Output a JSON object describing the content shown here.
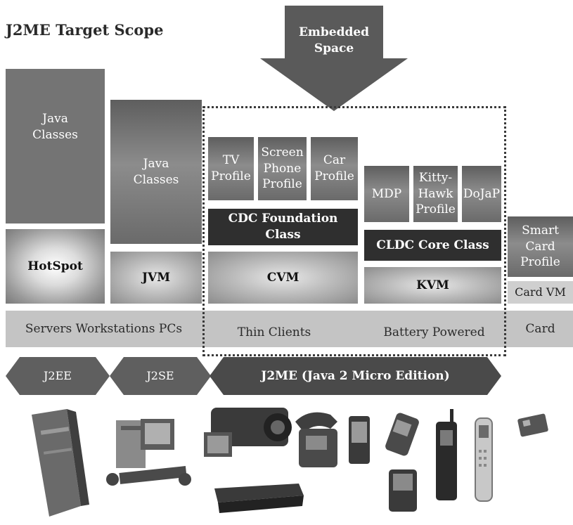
{
  "title": "J2ME Target Scope",
  "embedded_space": "Embedded Space",
  "columns": {
    "servers": {
      "classes": "Java Classes",
      "vm": "HotSpot"
    },
    "workstations": {
      "classes": "Java Classes",
      "vm": "JVM"
    },
    "cdc": {
      "profiles": [
        "TV Profile",
        "Screen Phone Profile",
        "Car Profile"
      ],
      "foundation": "CDC Foundation Class",
      "vm": "CVM"
    },
    "cldc": {
      "profiles": [
        "MDP",
        "Kitty-Hawk Profile",
        "DoJaP"
      ],
      "core": "CLDC Core Class",
      "vm": "KVM"
    },
    "card": {
      "profile": "Smart Card Profile",
      "vm": "Card VM"
    }
  },
  "platform_bar": {
    "servers": "Servers Workstations PCs",
    "thin": "Thin Clients",
    "battery": "Battery Powered",
    "card": "Card"
  },
  "editions": {
    "j2ee": "J2EE",
    "j2se": "J2SE",
    "j2me": "J2ME (Java 2 Micro Edition)"
  },
  "device_icons": [
    "server-tower-icon",
    "desktop-pc-icon",
    "camcorder-icon",
    "desk-phone-icon",
    "pda-icon",
    "pager-icon",
    "mobile-phone-icon",
    "flip-phone-icon",
    "smart-card-icon",
    "set-top-box-icon",
    "handheld-device-icon"
  ],
  "colors": {
    "dark": "#2f2f2f",
    "grey": "#747474",
    "light": "#c4c4c4"
  }
}
